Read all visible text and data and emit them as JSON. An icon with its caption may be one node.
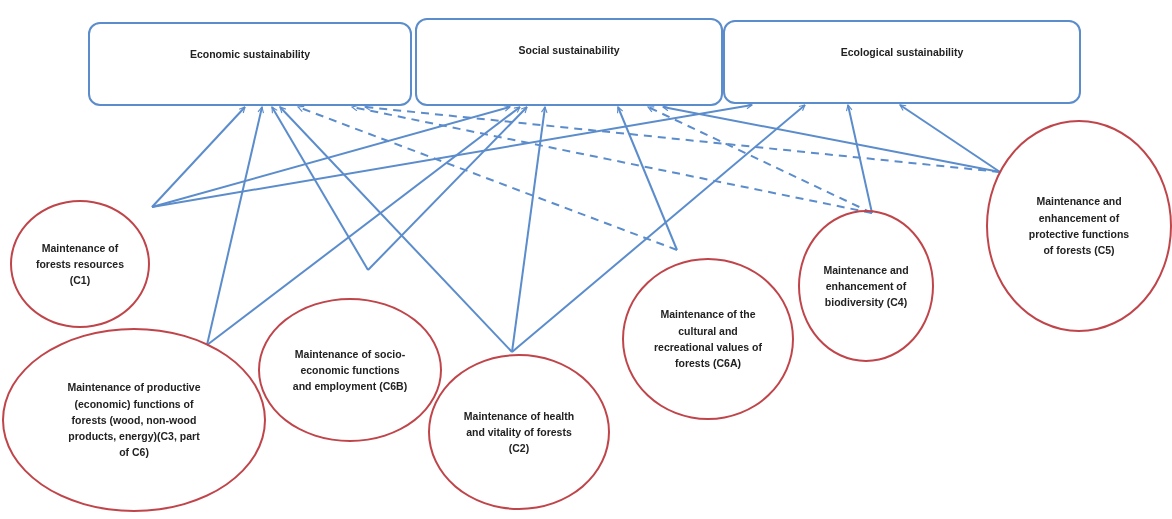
{
  "diagram": {
    "nodes": [
      {
        "text": [
          "Economic sustainability"
        ]
      },
      {
        "text": [
          "Social sustainability"
        ]
      },
      {
        "text": [
          "Ecological sustainability"
        ]
      },
      {
        "text": [
          "Maintenance of forests resources (C1)"
        ]
      },
      {
        "text": [
          "Maintenance of productive (economic) functions of forests (wood, non-wood products, energy)(C3, part of C6)"
        ]
      },
      {
        "text": [
          "Maintenance of socio-economic functions and employment (C6B)"
        ]
      },
      {
        "text": [
          "Maintenance of health and vitality of forests (C2)"
        ]
      },
      {
        "text": [
          "Maintenance of the cultural and recreational values of forests (C6A)"
        ]
      },
      {
        "text": [
          "Maintenance and enhancement of biodiversity (C4)"
        ]
      },
      {
        "text": [
          "Maintenance and enhancement of protective functions of forests (C5)"
        ]
      }
    ],
    "edges": [
      {
        "from": 3,
        "to": 0,
        "arrow": "to"
      },
      {
        "from": 3,
        "to": 1,
        "arrow": "to"
      },
      {
        "from": 3,
        "to": 2,
        "arrow": "to"
      },
      {
        "from": 4,
        "to": 0,
        "arrow": "to"
      },
      {
        "from": 4,
        "to": 1,
        "arrow": "to"
      },
      {
        "from": 5,
        "to": 0,
        "arrow": "to"
      },
      {
        "from": 5,
        "to": 1,
        "arrow": "to"
      },
      {
        "from": 6,
        "to": 0,
        "arrow": "to"
      },
      {
        "from": 6,
        "to": 1,
        "arrow": "to"
      },
      {
        "from": 6,
        "to": 2,
        "arrow": "to"
      },
      {
        "from": 7,
        "to": 1,
        "arrow": "to"
      },
      {
        "from": 7,
        "to": 0,
        "arrow": "to",
        "style": "dashed"
      },
      {
        "from": 8,
        "to": 2,
        "arrow": "to"
      },
      {
        "from": 8,
        "to": 1,
        "arrow": "to",
        "style": "dashed"
      },
      {
        "from": 8,
        "to": 0,
        "arrow": "to",
        "style": "dashed"
      },
      {
        "from": 9,
        "to": 2,
        "arrow": "to"
      },
      {
        "from": 9,
        "to": 1,
        "arrow": "to"
      },
      {
        "from": 9,
        "to": 0,
        "arrow": "to",
        "style": "dashed"
      }
    ]
  }
}
